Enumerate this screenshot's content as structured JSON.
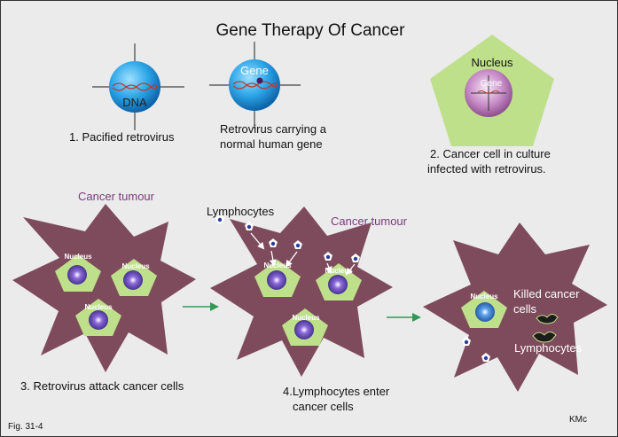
{
  "title": "Gene Therapy Of Cancer",
  "panel1": {
    "dna_label": "DNA",
    "pacified_caption": "1. Pacified retrovirus",
    "gene_label": "Gene",
    "carrying_caption": [
      "Retrovirus carrying a",
      "normal human gene"
    ]
  },
  "panel2": {
    "nucleus_label": "Nucleus",
    "gene_label": "Gene",
    "caption": [
      "2. Cancer cell in culture",
      "infected with retrovirus."
    ]
  },
  "panel3": {
    "tumour_label": "Cancer tumour",
    "nucleus_labels": [
      "Nucleus",
      "Nucleus",
      "Nucleus"
    ],
    "caption": "3. Retrovirus attack cancer cells"
  },
  "panel4": {
    "lymphocytes_label": "Lymphocytes",
    "tumour_label": "Cancer tumour",
    "nucleus_labels": [
      "Nucleus",
      "Nucleus",
      "Nucleus"
    ],
    "caption": [
      "4.Lymphocytes enter",
      "cancer cells"
    ]
  },
  "panel5": {
    "nucleus_label": "Nucleus",
    "killed_label": [
      "Killed cancer",
      "cells"
    ],
    "lymphocytes_label": "Lymphocytes"
  },
  "footer": {
    "fig_label": "Fig. 31-4",
    "author": "KMc"
  },
  "colors": {
    "background": "#ebebeb",
    "tumour": "#7e4b5c",
    "cell": "#bfe08a",
    "virus": "#29a4e8",
    "arrow": "#2f9a55",
    "label_purple": "#7a3a7a"
  }
}
